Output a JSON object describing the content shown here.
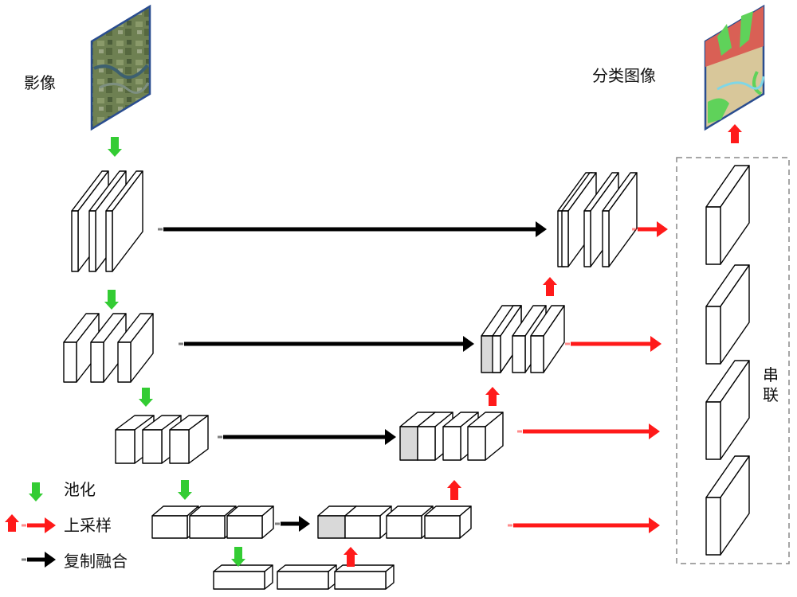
{
  "labels": {
    "input": "影像",
    "output": "分类图像",
    "concat": [
      "串",
      "联"
    ]
  },
  "legend": {
    "pool": "池化",
    "upsample": "上采样",
    "copy": "复制融合"
  },
  "colors": {
    "pool_arrow": "#33cc33",
    "upsample_arrow": "#ff1a1a",
    "copy_arrow": "#000000",
    "box_fill": "#ffffff",
    "box_shaded": "#d9d9d9",
    "concat_border": "#888888",
    "map_frame": "#2a4d8f"
  }
}
